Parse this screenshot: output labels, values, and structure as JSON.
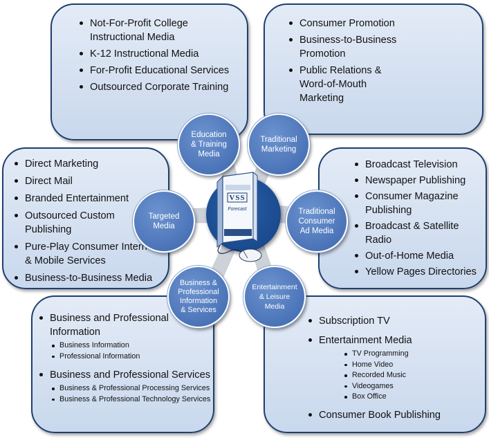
{
  "colors": {
    "panel_border": "#1f3f6e",
    "circle_fill": "#4b74b8",
    "hub_fill": "#1a4a8f",
    "ray": "#c9cdd4"
  },
  "hub": {
    "icon": "book-and-mouse-icon",
    "book_letters": "VSS",
    "book_label": "Forecast"
  },
  "categories": [
    {
      "id": "education",
      "label": "Education\n& Training\nMedia",
      "items": [
        {
          "text": "Not-For-Profit College Instructional Media"
        },
        {
          "text": "K-12 Instructional Media"
        },
        {
          "text": "For-Profit Educational Services"
        },
        {
          "text": "Outsourced Corporate Training"
        }
      ]
    },
    {
      "id": "traditional-marketing",
      "label": "Traditional\nMarketing",
      "items": [
        {
          "text": "Consumer Promotion"
        },
        {
          "text": "Business-to-Business Promotion"
        },
        {
          "text": "Public Relations & Word-of-Mouth Marketing"
        }
      ]
    },
    {
      "id": "targeted",
      "label": "Targeted\nMedia",
      "items": [
        {
          "text": "Direct Marketing"
        },
        {
          "text": "Direct Mail"
        },
        {
          "text": "Branded Entertainment"
        },
        {
          "text": "Outsourced Custom Publishing"
        },
        {
          "text": "Pure-Play Consumer Internet & Mobile Services"
        },
        {
          "text": "Business-to-Business Media"
        }
      ]
    },
    {
      "id": "traditional-consumer",
      "label": "Traditional\nConsumer\nAd Media",
      "items": [
        {
          "text": "Broadcast Television"
        },
        {
          "text": "Newspaper Publishing"
        },
        {
          "text": "Consumer Magazine Publishing"
        },
        {
          "text": "Broadcast & Satellite Radio"
        },
        {
          "text": "Out-of-Home Media"
        },
        {
          "text": "Yellow Pages Directories"
        }
      ]
    },
    {
      "id": "business-professional",
      "label": "Business &\nProfessional\nInformation\n& Services",
      "items": [
        {
          "text": "Business and Professional Information",
          "sub": [
            "Business Information",
            "Professional Information"
          ]
        },
        {
          "text": "Business and Professional Services",
          "sub": [
            "Business & Professional Processing Services",
            "Business & Professional Technology Services"
          ]
        }
      ]
    },
    {
      "id": "entertainment",
      "label": "Entertainment\n& Leisure\nMedia",
      "items": [
        {
          "text": "Subscription TV"
        },
        {
          "text": "Entertainment Media",
          "sub": [
            "TV Programming",
            "Home Video",
            "Recorded Music",
            "Videogames",
            "Box Office"
          ]
        },
        {
          "text": "Consumer Book Publishing"
        }
      ]
    }
  ]
}
